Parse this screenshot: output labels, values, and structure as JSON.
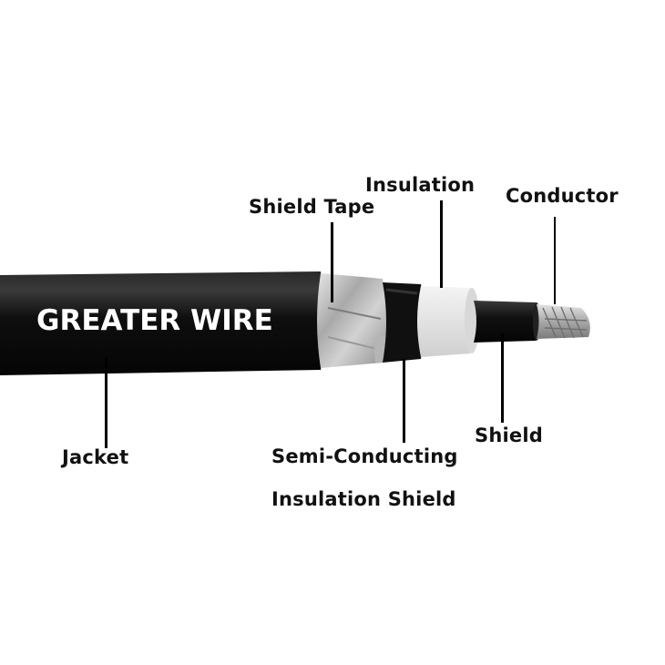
{
  "cable": {
    "brand_print": "GREATER WIRE",
    "colors": {
      "jacket": "#0d0d0d",
      "shield_tape": "#c9c9c9",
      "semi_conducting_layer": "#111111",
      "insulation": "#e8e8e8",
      "shield": "#151515",
      "conductor": "#b8b8b8"
    }
  },
  "labels": {
    "jacket": "Jacket",
    "shield_tape": "Shield Tape",
    "insulation": "Insulation",
    "conductor": "Conductor",
    "shield": "Shield",
    "semi_conducting_line1": "Semi-Conducting",
    "semi_conducting_line2": "Insulation Shield"
  }
}
